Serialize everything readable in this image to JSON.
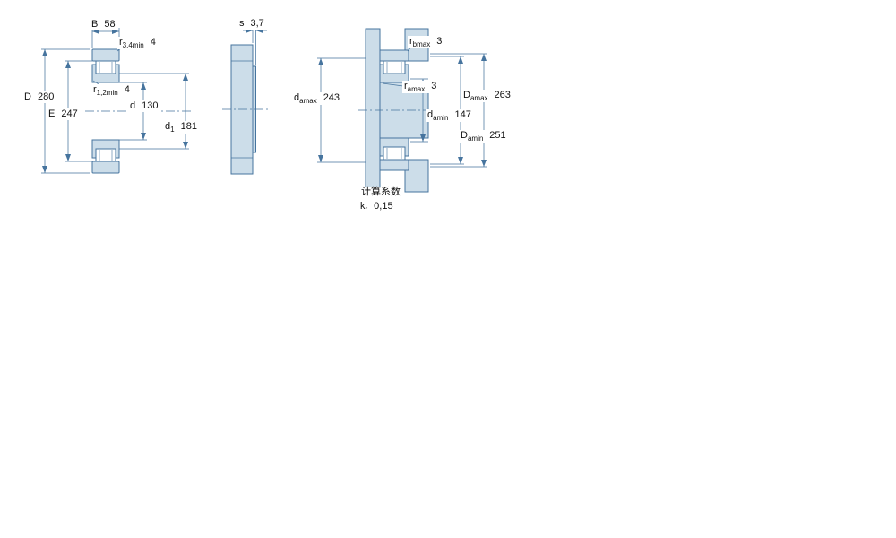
{
  "labels": {
    "width_B": {
      "sym": "B",
      "val": "58"
    },
    "r34min": {
      "sym": "r",
      "sub": "3,4min",
      "val": "4"
    },
    "outer_D": {
      "sym": "D",
      "val": "280"
    },
    "r12min": {
      "sym": "r",
      "sub": "1,2min",
      "val": "4"
    },
    "raceway_E": {
      "sym": "E",
      "val": "247"
    },
    "bore_d": {
      "sym": "d",
      "val": "130"
    },
    "d1": {
      "sym": "d",
      "sub": "1",
      "val": "181"
    },
    "s": {
      "sym": "s",
      "val": "3,7"
    },
    "rb_max": {
      "sym": "r",
      "sub": "bmax",
      "val": "3"
    },
    "da_max": {
      "sym": "d",
      "sub": "amax",
      "val": "243"
    },
    "ra_max": {
      "sym": "r",
      "sub": "amax",
      "val": "3"
    },
    "da_min": {
      "sym": "d",
      "sub": "amin",
      "val": "147"
    },
    "Da_max": {
      "sym": "D",
      "sub": "amax",
      "val": "263"
    },
    "Da_min": {
      "sym": "D",
      "sub": "amin",
      "val": "251"
    },
    "calc_heading": "计算系数",
    "kr": {
      "sym": "k",
      "sub": "r",
      "val": "0,15"
    }
  },
  "colors": {
    "outline": "#46749e",
    "fill": "#ccdde9",
    "dim_line": "#46749e",
    "text": "#111111"
  }
}
